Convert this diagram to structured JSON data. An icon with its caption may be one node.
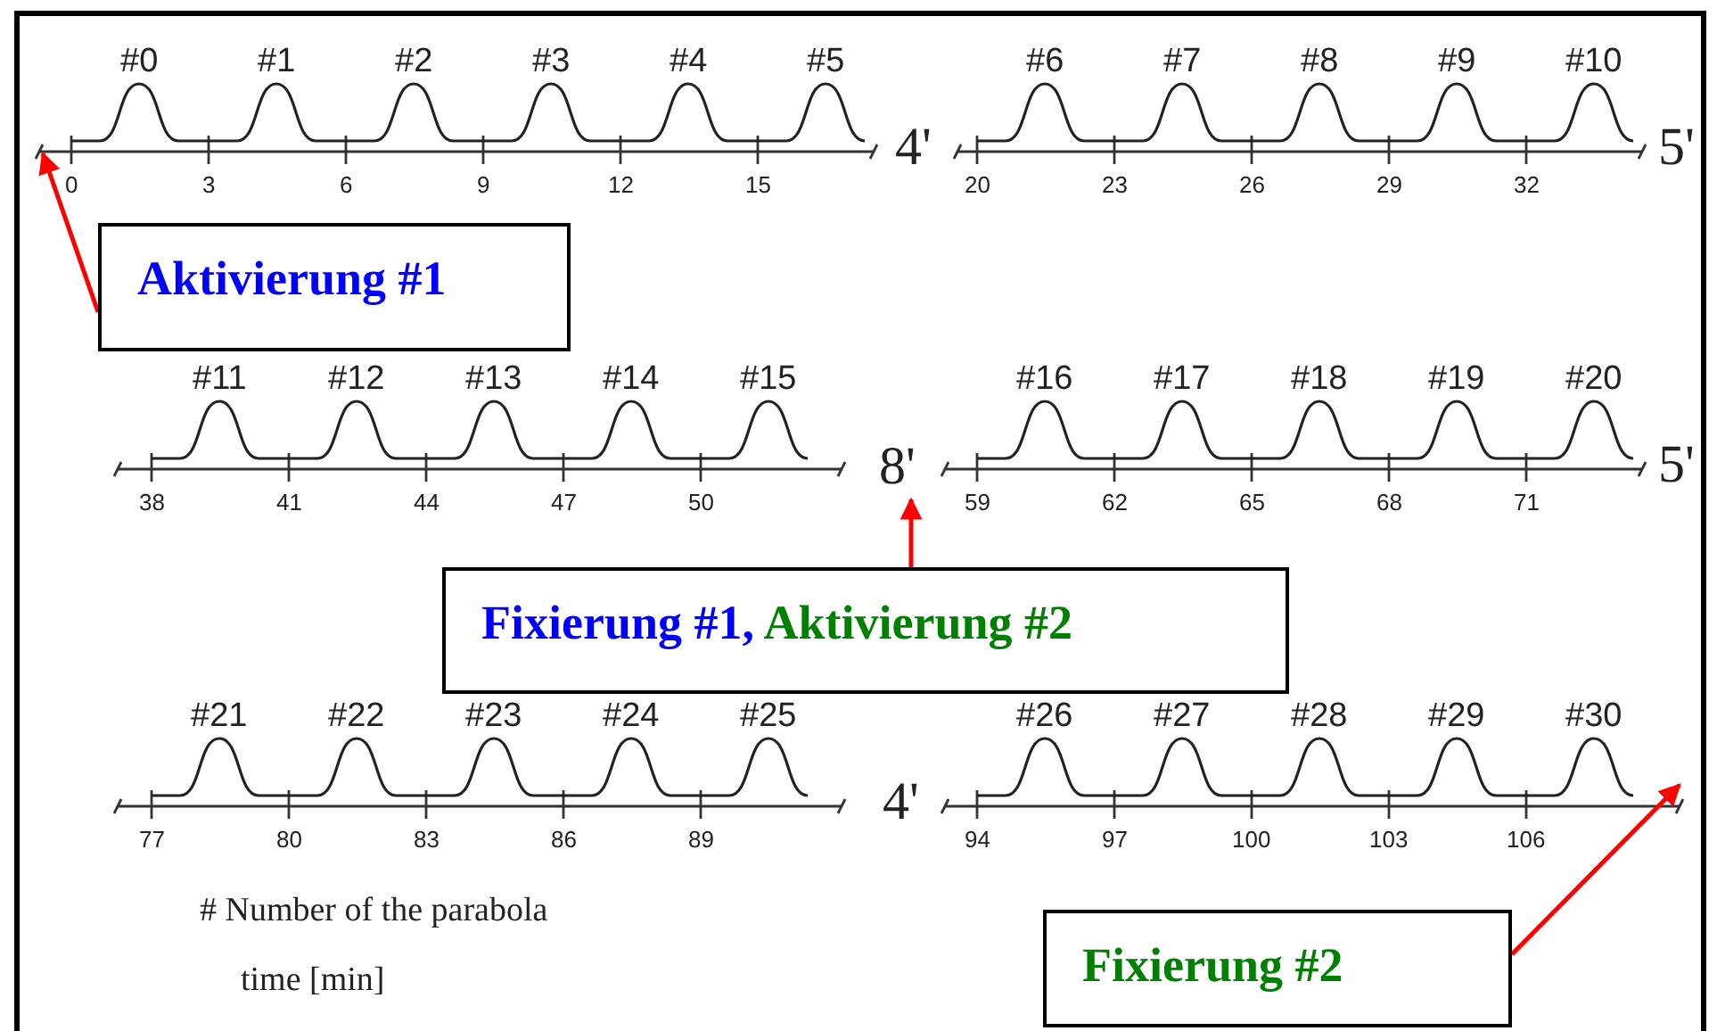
{
  "diagram": {
    "nodes": [
      {
        "text": [
          "Aktivierung #1"
        ]
      },
      {
        "text": [
          "8'"
        ]
      },
      {
        "text": [
          "Fixierung #1,",
          "Aktivierung #2"
        ]
      },
      {
        "text": [
          "Fixierung #2"
        ]
      }
    ],
    "edges": [
      {
        "from": 0,
        "to": null,
        "arrow": "to"
      },
      {
        "from": 2,
        "to": 1,
        "arrow": "to"
      },
      {
        "from": 3,
        "to": null,
        "arrow": "to"
      }
    ],
    "labels": [
      "#0",
      "#1",
      "#2",
      "#3",
      "#4",
      "#5",
      "0",
      "3",
      "6",
      "9",
      "12",
      "15",
      "4'",
      "#6",
      "#7",
      "#8",
      "#9",
      "#10",
      "20",
      "23",
      "26",
      "29",
      "32",
      "5'",
      "#11",
      "#12",
      "#13",
      "#14",
      "#15",
      "38",
      "41",
      "44",
      "47",
      "50",
      "#16",
      "#17",
      "#18",
      "#19",
      "#20",
      "59",
      "62",
      "65",
      "68",
      "71",
      "5'",
      "#21",
      "#22",
      "#23",
      "#24",
      "#25",
      "77",
      "80",
      "83",
      "86",
      "89",
      "4'",
      "#26",
      "#27",
      "#28",
      "#29",
      "#30",
      "94",
      "97",
      "100",
      "103",
      "106",
      "# Number of the parabola",
      "time [min]"
    ]
  }
}
